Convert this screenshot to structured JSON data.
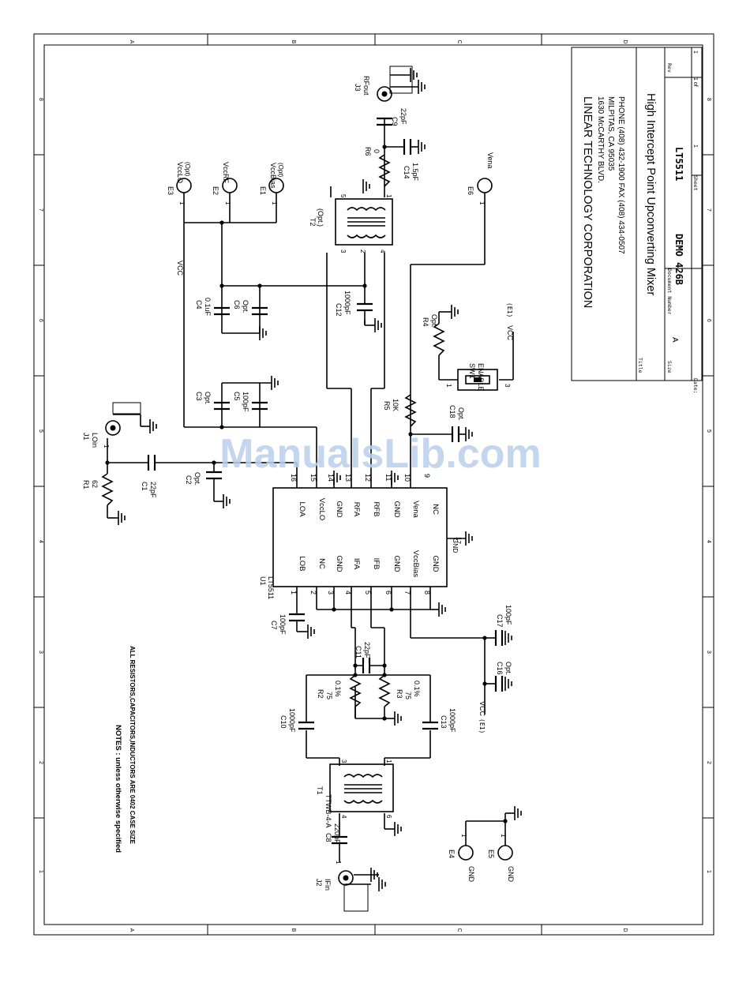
{
  "border": {
    "cols": [
      "A",
      "B",
      "C",
      "D"
    ],
    "rows": [
      "8",
      "7",
      "6",
      "5",
      "4",
      "3",
      "2",
      "1"
    ]
  },
  "title_block": {
    "company": "LINEAR TECHNOLOGY CORPORATION",
    "address1": "1630 McCARTHY BLVD.",
    "address2": "MILPITAS, CA  95035",
    "phone": "PHONE (408) 432-1900   FAX (408) 434-0507",
    "title_label": "Title",
    "title": "High Intercept Point Upconverting Mixer",
    "size_label": "Size",
    "size": "A",
    "docnum_label": "Document Number",
    "docnum": "DEMO 426B",
    "part": "LT5511",
    "rev_label": "Rev",
    "date_label": "Date:",
    "sheet_label": "Sheet",
    "sheet_num": "1",
    "sheet_of": "1 of",
    "sheet_of_val": "1"
  },
  "notes": {
    "line1": "NOTES : unless otherwise specified",
    "line2": "ALL RESISTORS,CAPACITORS,INDUCTORS ARE 0402 CASE SIZE"
  },
  "ic": {
    "ref": "U1",
    "part": "LT5511",
    "left_pins": [
      {
        "num": "1",
        "name": "LOB"
      },
      {
        "num": "2",
        "name": "NC"
      },
      {
        "num": "3",
        "name": "GND"
      },
      {
        "num": "4",
        "name": "IFA"
      },
      {
        "num": "5",
        "name": "IFB"
      },
      {
        "num": "6",
        "name": "GND"
      },
      {
        "num": "7",
        "name": "VccBias"
      },
      {
        "num": "8",
        "name": "GND"
      }
    ],
    "right_pins": [
      {
        "num": "16",
        "name": "LOA"
      },
      {
        "num": "15",
        "name": "VccLO"
      },
      {
        "num": "14",
        "name": "GND"
      },
      {
        "num": "13",
        "name": "RFA"
      },
      {
        "num": "12",
        "name": "RFB"
      },
      {
        "num": "11",
        "name": "GND"
      },
      {
        "num": "10",
        "name": "Vena"
      },
      {
        "num": "9",
        "name": "NC"
      }
    ],
    "bottom_pin": {
      "num": "17",
      "name": "GND"
    }
  },
  "components": {
    "R1": {
      "ref": "R1",
      "value": "62"
    },
    "C1": {
      "ref": "C1",
      "value": "22pF"
    },
    "C2": {
      "ref": "C2",
      "value": "Opt."
    },
    "J1": {
      "ref": "J1",
      "name": "LOin"
    },
    "C3": {
      "ref": "C3",
      "value": "Opt."
    },
    "C5": {
      "ref": "C5",
      "value": "100pF"
    },
    "C4": {
      "ref": "C4",
      "value": "0.1uF"
    },
    "C6": {
      "ref": "C6",
      "value": "Opt."
    },
    "C12": {
      "ref": "C12",
      "value": "1000pF"
    },
    "T2": {
      "ref": "T2",
      "value": "(Opt.)"
    },
    "R6": {
      "ref": "R6",
      "value": "0"
    },
    "C9": {
      "ref": "C9",
      "value": "22pF"
    },
    "C14": {
      "ref": "C14",
      "value": "1.5pF"
    },
    "J3": {
      "ref": "J3",
      "name": "RFout"
    },
    "E1": {
      "ref": "E1",
      "name": "VccBias",
      "opt": "(Opt)"
    },
    "E2": {
      "ref": "E2",
      "name": "VccRF"
    },
    "E3": {
      "ref": "E3",
      "name": "VccLO",
      "opt": "(Opt)"
    },
    "E6": {
      "ref": "E6",
      "name": "Vena"
    },
    "R5": {
      "ref": "R5",
      "value": "10K"
    },
    "C18": {
      "ref": "C18",
      "value": "Opt."
    },
    "R4": {
      "ref": "R4",
      "value": "Opt."
    },
    "SW1": {
      "ref": "SW1",
      "name": "ENABLE"
    },
    "C7": {
      "ref": "C7",
      "value": "100pF"
    },
    "C11": {
      "ref": "C11",
      "value": "22pF"
    },
    "R2": {
      "ref": "R2",
      "value": "75",
      "tol": "0.1%"
    },
    "R3": {
      "ref": "R3",
      "value": "75",
      "tol": "0.1%"
    },
    "C10": {
      "ref": "C10",
      "value": "1000pF"
    },
    "C13": {
      "ref": "C13",
      "value": "1000pF"
    },
    "C17": {
      "ref": "C17",
      "value": "100pF"
    },
    "C16": {
      "ref": "C16",
      "value": "Opt."
    },
    "T1": {
      "ref": "T1",
      "value": "TTWB-4-A"
    },
    "C8": {
      "ref": "C8",
      "value": "220pF"
    },
    "J2": {
      "ref": "J2",
      "name": "IFin"
    },
    "E4": {
      "ref": "E4",
      "name": "GND"
    },
    "E5": {
      "ref": "E5",
      "name": "GND"
    }
  },
  "nets": {
    "vcc": "VCC",
    "vcc_e1": "VCC",
    "e1_tag": "(E1)"
  },
  "pin_nums": {
    "one": "1",
    "two": "2",
    "three": "3",
    "four": "4",
    "five": "5",
    "six": "6"
  },
  "watermark": "ManualsLib.com"
}
